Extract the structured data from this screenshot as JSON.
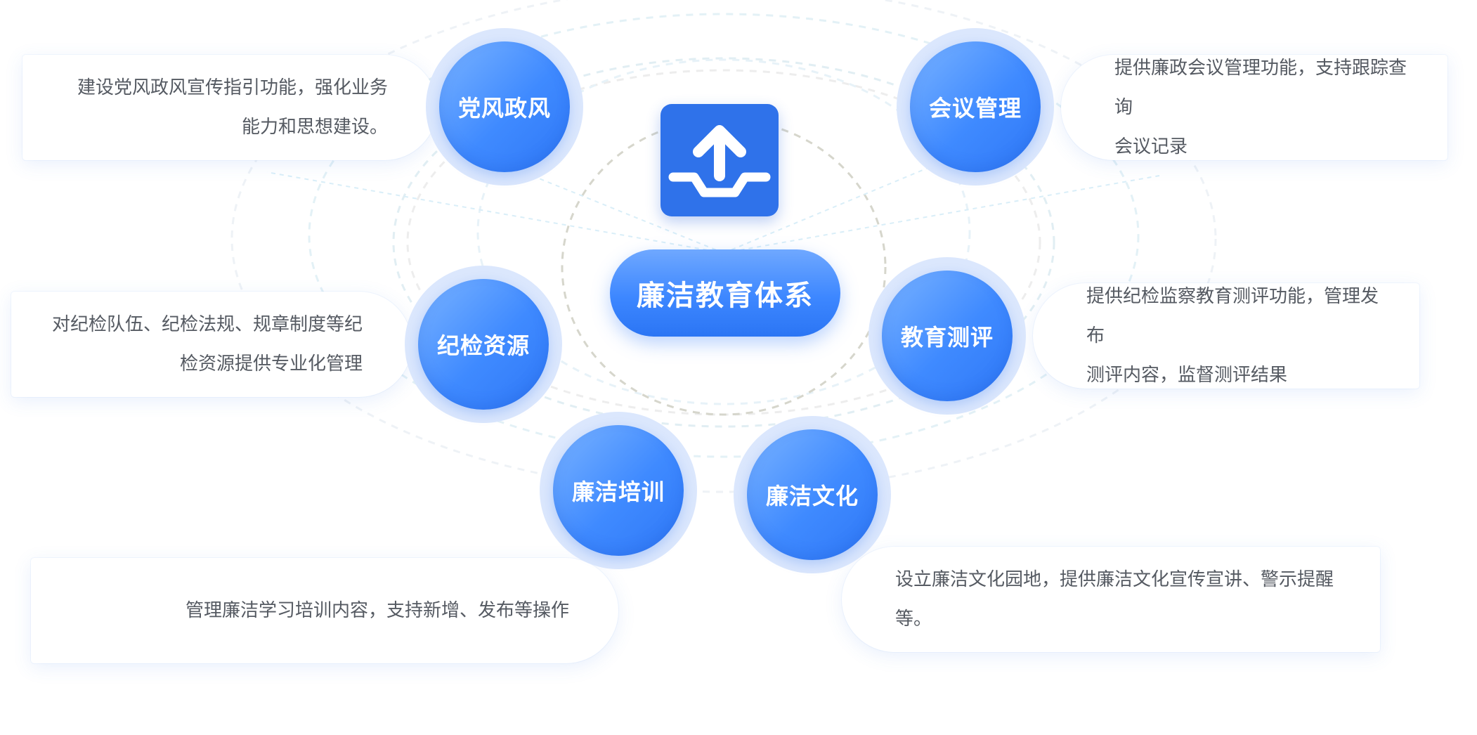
{
  "center": {
    "title": "廉洁教育体系",
    "icon": "upload-icon"
  },
  "nodes": [
    {
      "id": "dangfeng",
      "label": "党风政风",
      "desc": [
        "建设党风政风宣传指引功能，强化业务",
        "能力和思想建设。"
      ]
    },
    {
      "id": "huiyi",
      "label": "会议管理",
      "desc": [
        "提供廉政会议管理功能，支持跟踪查询",
        "会议记录"
      ]
    },
    {
      "id": "jijian",
      "label": "纪检资源",
      "desc": [
        "对纪检队伍、纪检法规、规章制度等纪",
        "检资源提供专业化管理"
      ]
    },
    {
      "id": "jiaoyu",
      "label": "教育测评",
      "desc": [
        "提供纪检监察教育测评功能，管理发布",
        "测评内容，监督测评结果"
      ]
    },
    {
      "id": "peixun",
      "label": "廉洁培训",
      "desc": [
        "管理廉洁学习培训内容，支持新增、发布等操作"
      ]
    },
    {
      "id": "wenhua",
      "label": "廉洁文化",
      "desc": [
        "设立廉洁文化园地，提供廉洁文化宣传宣讲、警示提醒",
        "等。"
      ]
    }
  ],
  "colors": {
    "accent": "#3f8aff",
    "ring": "#dbe7fd",
    "text": "#555a62"
  }
}
